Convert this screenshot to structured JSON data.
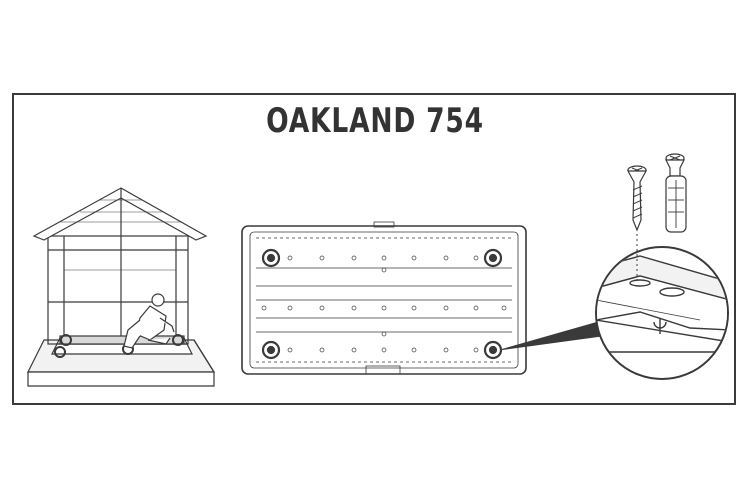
{
  "title": "OAKLAND 754",
  "colors": {
    "line": "#3a3a3a",
    "fill": "#ffffff",
    "shade": "#d9d9d9",
    "floor": "#f2f2f2"
  },
  "illustrations": [
    {
      "name": "shed-person-kneeling",
      "icon": "shed-with-person-icon"
    },
    {
      "name": "floor-base-top-view",
      "icon": "floor-panel-icon"
    },
    {
      "name": "anchor-detail-callout",
      "icon": "magnifier-callout-icon"
    }
  ]
}
